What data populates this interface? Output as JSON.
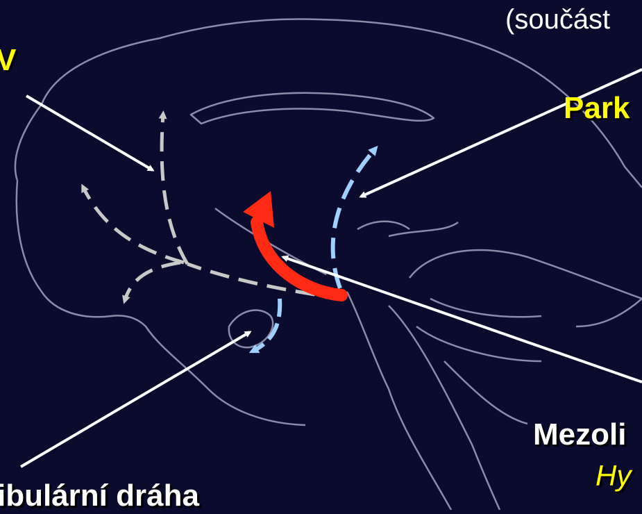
{
  "labels": {
    "top_right": "(součást",
    "top_left": "V",
    "parkinson": "Park",
    "mesolimbic": "Mezoli",
    "hypo": "Hy",
    "tubero": "ibulární dráha"
  },
  "colors": {
    "background": "#0b0b2e",
    "brain_outline": "#8a8ca8",
    "red_arrow": "#ff2a14",
    "light_blue_arrows": "#9fd0ff",
    "gray_dashed_paths": "#c8c8c8",
    "pointer_lines": "#ffffff",
    "highlight_text": "#ffff00"
  },
  "icons": [
    "arrow-red-curved",
    "arrow-light-blue-dashed",
    "arrow-gray-dashed",
    "pointer-line"
  ]
}
